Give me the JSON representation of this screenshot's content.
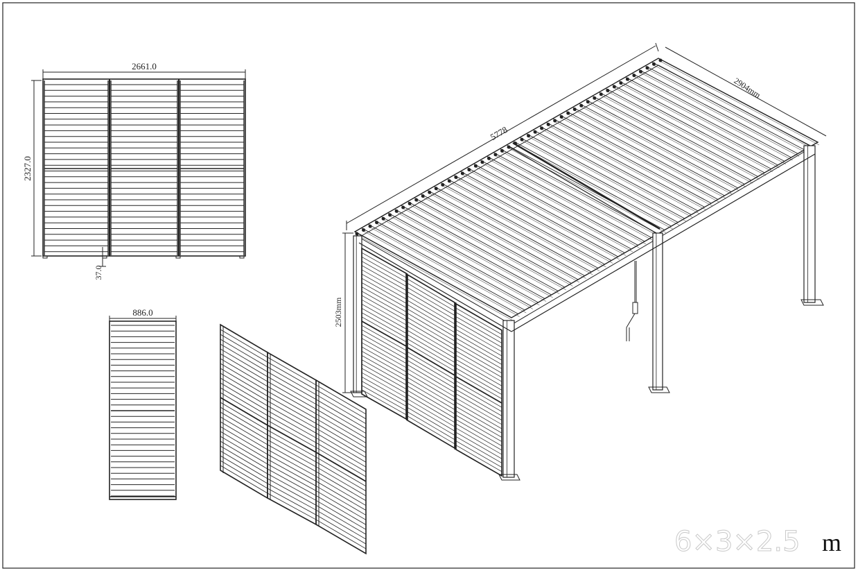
{
  "drawing": {
    "product_size": "6×3×2.5",
    "unit": "m"
  },
  "front_view": {
    "width_label": "2661.0",
    "height_label": "2327.0",
    "gap_label": "37.0"
  },
  "single_panel": {
    "width_label": "886.0"
  },
  "pergola": {
    "length_label": "5778",
    "width_label": "2904mm",
    "height_label": "2503mm"
  },
  "colors": {
    "line": "#222222",
    "frame": "#ffffff"
  }
}
